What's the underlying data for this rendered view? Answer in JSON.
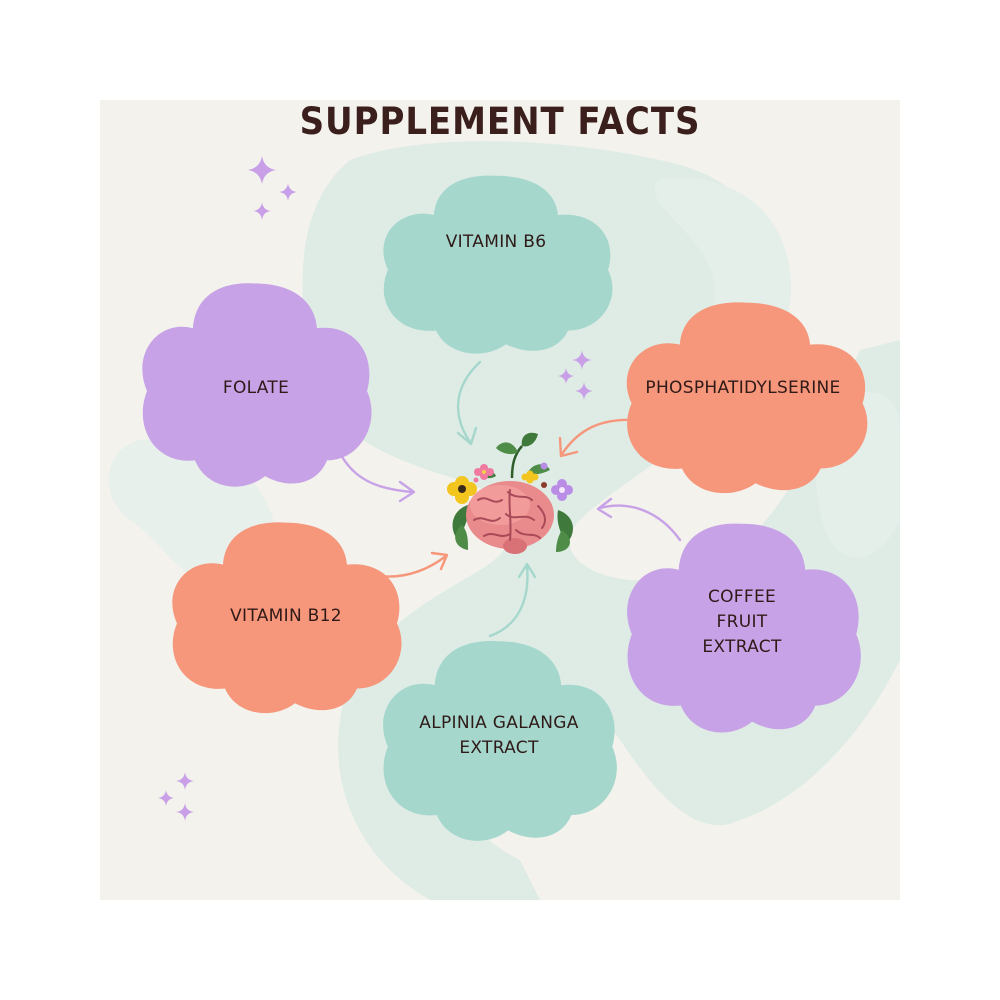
{
  "title": "SUPPLEMENT FACTS",
  "colors": {
    "background": "#f4f2ed",
    "background_swirl": "#dfece6",
    "teal": "#a5d7cd",
    "purple": "#c7a2e7",
    "coral": "#f6967b",
    "title_text": "#3a1f1c",
    "sparkle": "#c9a0e8"
  },
  "center_icon": "brain-with-flowers-icon",
  "ingredients": [
    {
      "id": "vitamin-b6",
      "label": "VITAMIN B6",
      "color": "teal"
    },
    {
      "id": "folate",
      "label": "FOLATE",
      "color": "purple"
    },
    {
      "id": "phosphatidylserine",
      "label": "PHOSPHATIDYLSERINE",
      "color": "coral"
    },
    {
      "id": "vitamin-b12",
      "label": "VITAMIN B12",
      "color": "coral"
    },
    {
      "id": "coffee-fruit-extract",
      "label": "COFFEE\nFRUIT\nEXTRACT",
      "color": "purple"
    },
    {
      "id": "alpinia-galanga-extract",
      "label": "ALPINIA GALANGA\nEXTRACT",
      "color": "teal"
    }
  ]
}
